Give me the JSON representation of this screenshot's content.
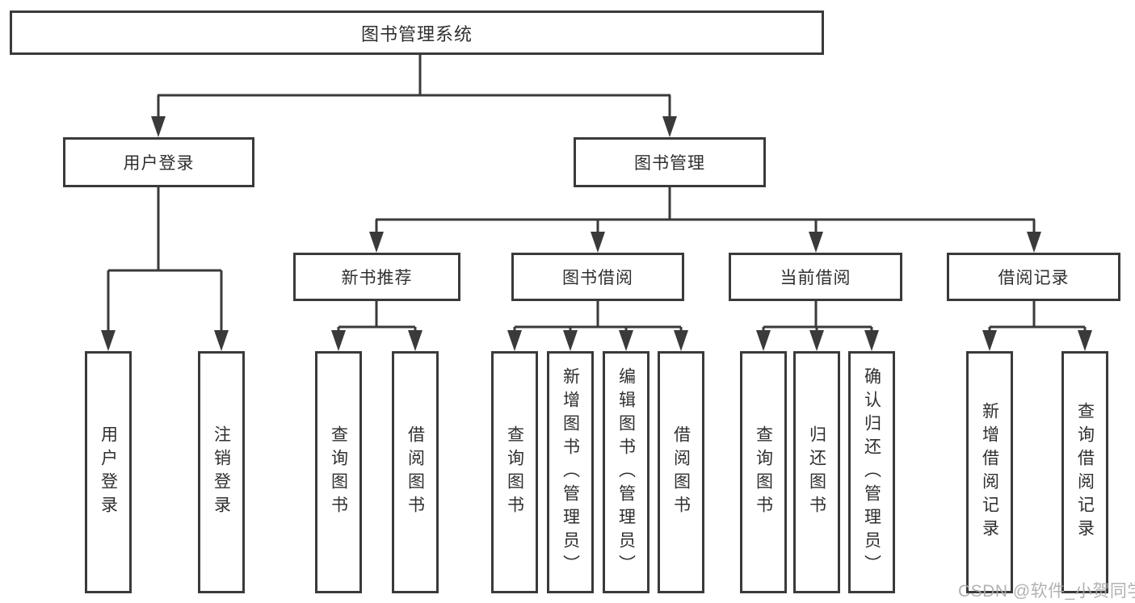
{
  "diagram": {
    "root": {
      "label": "图书管理系统"
    },
    "user_login": {
      "label": "用户登录",
      "children": [
        "用户登录",
        "注销登录"
      ]
    },
    "book_management": {
      "label": "图书管理",
      "sections": {
        "new_books": {
          "label": "新书推荐",
          "children": [
            "查询图书",
            "借阅图书"
          ]
        },
        "book_borrow": {
          "label": "图书借阅",
          "children": [
            "查询图书",
            "新增图书（管理员）",
            "编辑图书（管理员）",
            "借阅图书"
          ]
        },
        "current_borrow": {
          "label": "当前借阅",
          "children": [
            "查询图书",
            "归还图书",
            "确认归还（管理员）"
          ]
        },
        "borrow_records": {
          "label": "借阅记录",
          "children": [
            "新增借阅记录",
            "查询借阅记录"
          ]
        }
      }
    }
  },
  "watermark": {
    "text": "CSDN @软件_小贺同学"
  },
  "colors": {
    "line": "#3a3a3a",
    "box_border": "#3a3a3a",
    "text": "#2f2f2f",
    "watermark": "#aaaaaa",
    "background": "#ffffff"
  }
}
